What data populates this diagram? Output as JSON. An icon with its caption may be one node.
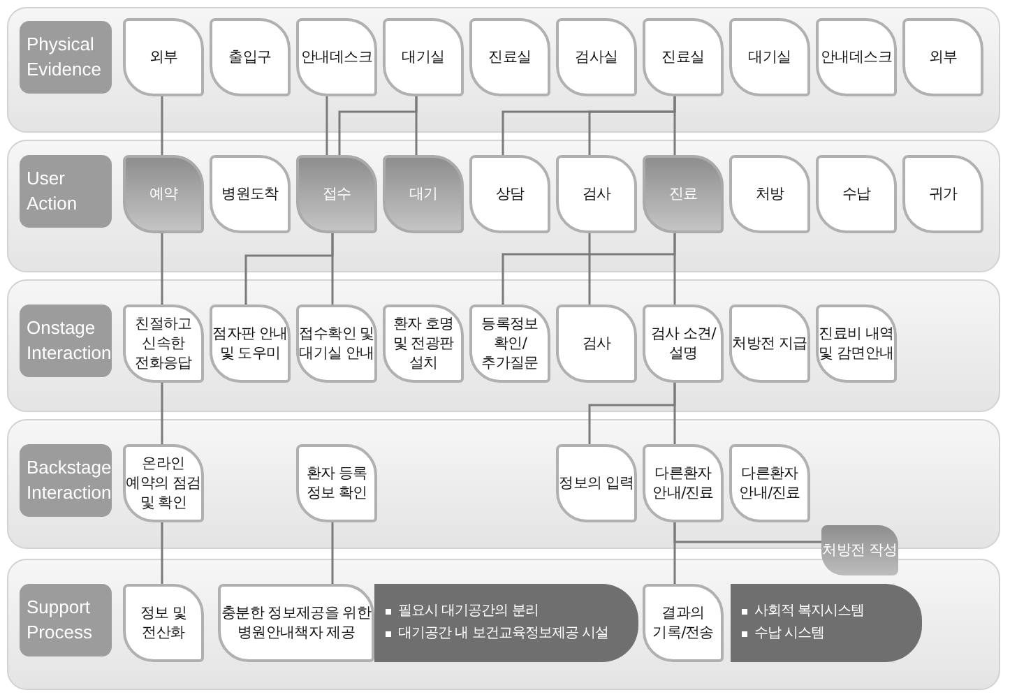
{
  "diagram": {
    "nodes": [
      {
        "text": [
          "Physical Evidence"
        ]
      },
      {
        "text": [
          "외부"
        ],
        "in": 0
      },
      {
        "text": [
          "출입구"
        ],
        "in": 0
      },
      {
        "text": [
          "안내데스크"
        ],
        "in": 0
      },
      {
        "text": [
          "대기실"
        ],
        "in": 0
      },
      {
        "text": [
          "진료실"
        ],
        "in": 0
      },
      {
        "text": [
          "검사실"
        ],
        "in": 0
      },
      {
        "text": [
          "진료실"
        ],
        "in": 0
      },
      {
        "text": [
          "대기실"
        ],
        "in": 0
      },
      {
        "text": [
          "안내데스크"
        ],
        "in": 0
      },
      {
        "text": [
          "외부"
        ],
        "in": 0
      },
      {
        "text": [
          "User Action"
        ]
      },
      {
        "text": [
          "예약"
        ],
        "in": 11
      },
      {
        "text": [
          "병원도착"
        ],
        "in": 11
      },
      {
        "text": [
          "접수"
        ],
        "in": 11
      },
      {
        "text": [
          "대기"
        ],
        "in": 11
      },
      {
        "text": [
          "상담"
        ],
        "in": 11
      },
      {
        "text": [
          "검사"
        ],
        "in": 11
      },
      {
        "text": [
          "진료"
        ],
        "in": 11
      },
      {
        "text": [
          "처방"
        ],
        "in": 11
      },
      {
        "text": [
          "수납"
        ],
        "in": 11
      },
      {
        "text": [
          "귀가"
        ],
        "in": 11
      },
      {
        "text": [
          "Onstage Interaction"
        ]
      },
      {
        "text": [
          "친절하고 신속한 전화응답"
        ],
        "in": 22
      },
      {
        "text": [
          "점자판 안내 및 도우미"
        ],
        "in": 22
      },
      {
        "text": [
          "접수확인 및 대기실 안내"
        ],
        "in": 22
      },
      {
        "text": [
          "환자 호명 및 전광판 설치"
        ],
        "in": 22
      },
      {
        "text": [
          "등록정보 확인/ 추가질문"
        ],
        "in": 22
      },
      {
        "text": [
          "검사"
        ],
        "in": 22
      },
      {
        "text": [
          "검사 소견/설명"
        ],
        "in": 22
      },
      {
        "text": [
          "처방전 지급"
        ],
        "in": 22
      },
      {
        "text": [
          "진료비 내역 및 감면안내"
        ],
        "in": 22
      },
      {
        "text": [
          "Backstage Interaction"
        ]
      },
      {
        "text": [
          "온라인 예약의 점검 및 확인"
        ],
        "in": 32
      },
      {
        "text": [
          "환자 등록 정보 확인"
        ],
        "in": 32
      },
      {
        "text": [
          "정보의 입력"
        ],
        "in": 32
      },
      {
        "text": [
          "다른환자 안내/진료"
        ],
        "in": 32
      },
      {
        "text": [
          "다른환자 안내/진료"
        ],
        "in": 32
      },
      {
        "text": [
          "처방전 작성"
        ]
      },
      {
        "text": [
          "Support Process"
        ]
      },
      {
        "text": [
          "정보 및 전산화"
        ],
        "in": 39
      },
      {
        "text": [
          "충분한 정보제공을 위한 병원안내책자 제공"
        ],
        "in": 39
      },
      {
        "text": [
          "필요시 대기공간의 분리",
          "대기공간 내 보건교육정보제공 시설"
        ],
        "in": 39
      },
      {
        "text": [
          "결과의 기록/전송"
        ],
        "in": 39
      },
      {
        "text": [
          "사회적 복지시스템",
          "수납 시스템"
        ],
        "in": 39
      }
    ],
    "edges": [
      {
        "from": 1,
        "to": 12,
        "arrow": "none"
      },
      {
        "from": 12,
        "to": 23,
        "arrow": "none"
      },
      {
        "from": 23,
        "to": 33,
        "arrow": "none"
      },
      {
        "from": 33,
        "to": 40,
        "arrow": "none"
      },
      {
        "from": 3,
        "to": 14,
        "arrow": "none"
      },
      {
        "from": 4,
        "to": 15,
        "arrow": "none"
      },
      {
        "from": 4,
        "to": 14,
        "arrow": "none"
      },
      {
        "from": 7,
        "to": 16,
        "arrow": "none"
      },
      {
        "from": 7,
        "to": 17,
        "arrow": "none"
      },
      {
        "from": 7,
        "to": 18,
        "arrow": "none"
      },
      {
        "from": 14,
        "to": 24,
        "arrow": "none"
      },
      {
        "from": 14,
        "to": 25,
        "arrow": "none"
      },
      {
        "from": 18,
        "to": 27,
        "arrow": "none"
      },
      {
        "from": 17,
        "to": 28,
        "arrow": "none"
      },
      {
        "from": 18,
        "to": 29,
        "arrow": "none"
      },
      {
        "from": 29,
        "to": 35,
        "arrow": "none"
      },
      {
        "from": 29,
        "to": 36,
        "arrow": "none"
      },
      {
        "from": 34,
        "to": 41,
        "arrow": "none"
      },
      {
        "from": 36,
        "to": 43,
        "arrow": "none"
      },
      {
        "from": 36,
        "to": 38,
        "arrow": "none"
      }
    ]
  }
}
